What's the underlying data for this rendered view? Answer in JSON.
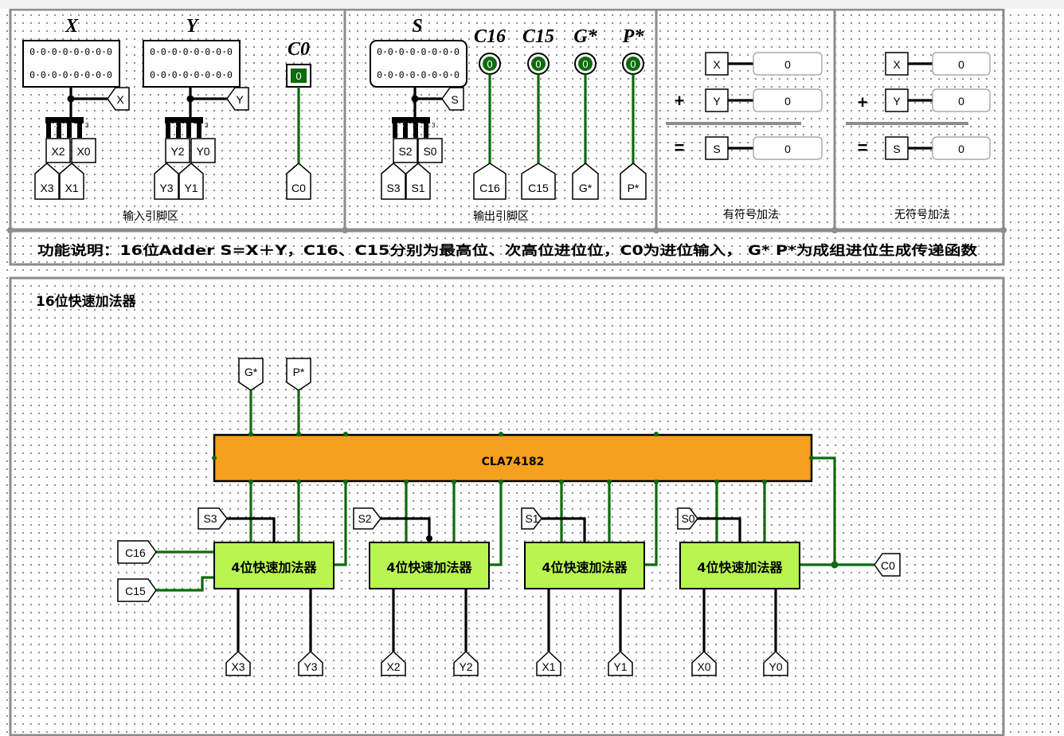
{
  "sections": {
    "input_caption": "输入引脚区",
    "output_caption": "输出引脚区",
    "signed_caption": "有符号加法",
    "unsigned_caption": "无符号加法"
  },
  "inputs": {
    "x_title": "X",
    "y_title": "Y",
    "c0_title": "C0",
    "x_bits_row1": "0·0·0·0·0·0·0·0",
    "x_bits_row2": "0·0·0·0·0·0·0·0",
    "y_bits_row1": "0·0·0·0·0·0·0·0",
    "y_bits_row2": "0·0·0·0·0·0·0·0",
    "c0_value": "0",
    "x_tunnel": "X",
    "y_tunnel": "Y",
    "x_split_hi": "X2",
    "x_split_lo": "X0",
    "x_out_3": "X3",
    "x_out_1": "X1",
    "y_split_hi": "Y2",
    "y_split_lo": "Y0",
    "y_out_3": "Y3",
    "y_out_1": "Y1",
    "c0_tunnel": "C0",
    "split_tags": [
      "15",
      "11",
      "7",
      "3"
    ]
  },
  "outputs": {
    "s_title": "S",
    "c16_title": "C16",
    "c15_title": "C15",
    "g_title": "G*",
    "p_title": "P*",
    "s_bits_row1": "0·0·0·0·0·0·0·0",
    "s_bits_row2": "0·0·0·0·0·0·0·0",
    "led_value": "0",
    "s_tunnel": "S",
    "s_split_hi": "S2",
    "s_split_lo": "S0",
    "s_out_3": "S3",
    "s_out_1": "S1",
    "c16_tunnel": "C16",
    "c15_tunnel": "C15",
    "g_tunnel": "G*",
    "p_tunnel": "P*"
  },
  "signed": {
    "plus": "+",
    "equals": "=",
    "x_label": "X",
    "y_label": "Y",
    "s_label": "S",
    "x_value": "0",
    "y_value": "0",
    "s_value": "0"
  },
  "unsigned": {
    "plus": "+",
    "equals": "=",
    "x_label": "X",
    "y_label": "Y",
    "s_label": "S",
    "x_value": "0",
    "y_value": "0",
    "s_value": "0"
  },
  "description": "功能说明：16位Adder  S=X＋Y，C16、C15分别为最高位、次高位进位位，C0为进位输入， G* P*为成组进位生成传递函数",
  "circuit": {
    "title": "16位快速加法器",
    "cla_label": "CLA74182",
    "adder_label": "4位快速加法器",
    "g_tunnel": "G*",
    "p_tunnel": "P*",
    "s3": "S3",
    "s2": "S2",
    "s1": "S1",
    "s0": "S0",
    "c16": "C16",
    "c15": "C15",
    "c0": "C0",
    "x3": "X3",
    "y3": "Y3",
    "x2": "X2",
    "y2": "Y2",
    "x1": "X1",
    "y1": "Y1",
    "x0": "X0",
    "y0": "Y0"
  },
  "colors": {
    "wire_active": "#0d6a0d",
    "cla_fill": "#f5a01e",
    "adder_fill": "#b8f550",
    "panel_border": "#8c8c8c"
  }
}
